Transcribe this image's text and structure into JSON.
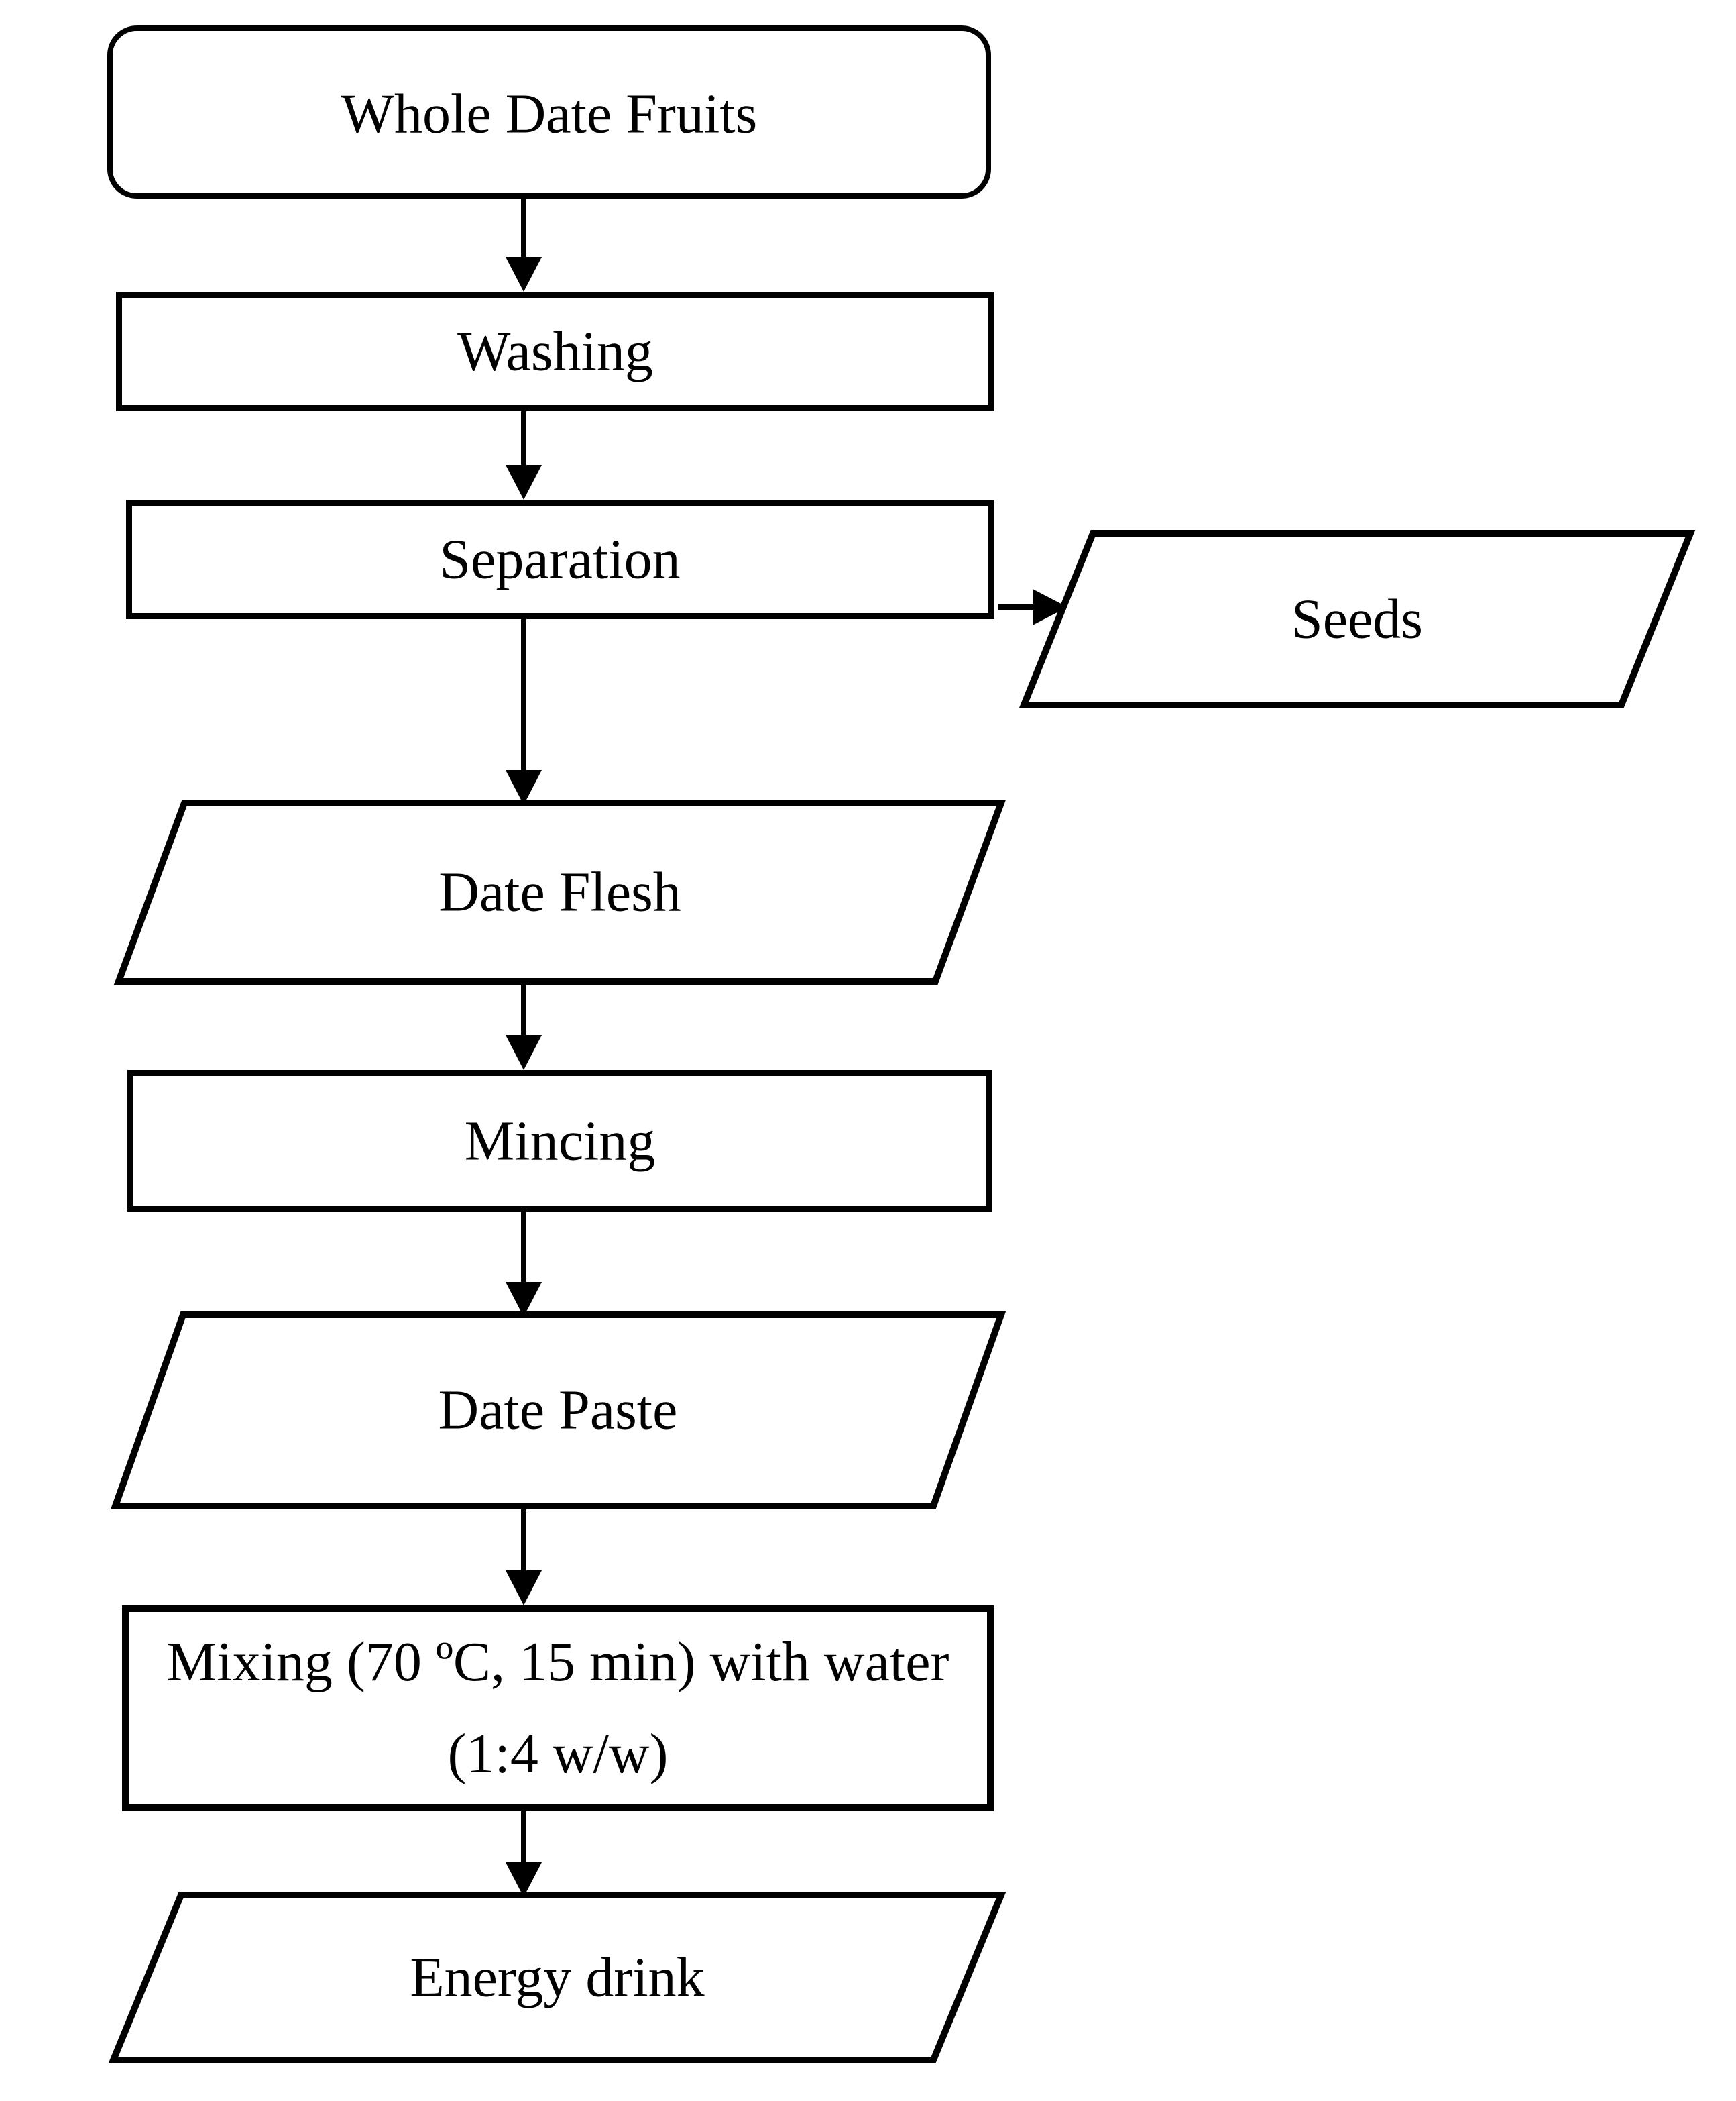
{
  "diagram": {
    "type": "flowchart",
    "description": "Process flow diagram for producing an energy drink from whole date fruits",
    "colors": {
      "stroke": "#000000",
      "fill": "#ffffff",
      "text": "#000000"
    },
    "nodes": [
      {
        "id": "whole-date-fruits",
        "shape": "terminator",
        "label": "Whole Date Fruits"
      },
      {
        "id": "washing",
        "shape": "process",
        "label": "Washing"
      },
      {
        "id": "separation",
        "shape": "process",
        "label": "Separation"
      },
      {
        "id": "seeds",
        "shape": "data-parallelogram",
        "label": "Seeds"
      },
      {
        "id": "date-flesh",
        "shape": "data-parallelogram",
        "label": "Date Flesh"
      },
      {
        "id": "mincing",
        "shape": "process",
        "label": "Mincing"
      },
      {
        "id": "date-paste",
        "shape": "data-parallelogram",
        "label": "Date Paste"
      },
      {
        "id": "mixing",
        "shape": "process",
        "label_line1": "Mixing (70 ºC, 15 min) with water",
        "label_line2": "(1:4 w/w)"
      },
      {
        "id": "energy-drink",
        "shape": "data-parallelogram",
        "label": "Energy drink"
      }
    ],
    "edges": [
      {
        "from": "Whole Date Fruits",
        "to": "Washing",
        "direction": "down"
      },
      {
        "from": "Washing",
        "to": "Separation",
        "direction": "down"
      },
      {
        "from": "Separation",
        "to": "Seeds",
        "direction": "right"
      },
      {
        "from": "Separation",
        "to": "Date Flesh",
        "direction": "down"
      },
      {
        "from": "Date Flesh",
        "to": "Mincing",
        "direction": "down"
      },
      {
        "from": "Mincing",
        "to": "Date Paste",
        "direction": "down"
      },
      {
        "from": "Date Paste",
        "to": "Mixing (70 ºC, 15 min) with water (1:4 w/w)",
        "direction": "down"
      },
      {
        "from": "Mixing (70 ºC, 15 min) with water (1:4 w/w)",
        "to": "Energy drink",
        "direction": "down"
      }
    ]
  }
}
